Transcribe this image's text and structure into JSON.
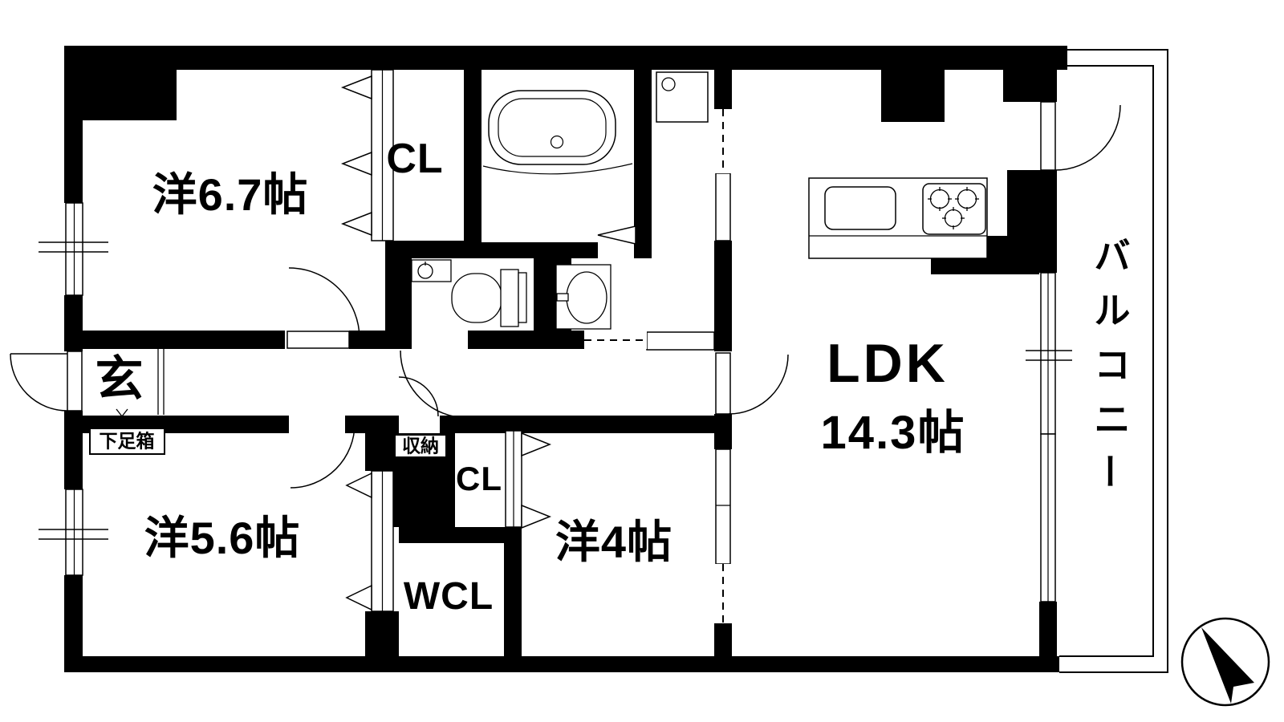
{
  "plan": {
    "rooms": {
      "western_6_7": "洋6.7帖",
      "closet_top": "CL",
      "ldk_line1": "LDK",
      "ldk_line2": "14.3帖",
      "balcony_chars": [
        "バ",
        "ル",
        "コ",
        "ニ",
        "ー"
      ],
      "entrance": "玄",
      "shoe_box": "下足箱",
      "storage": "収納",
      "closet_mid": "CL",
      "western_5_6": "洋5.6帖",
      "wcl": "WCL",
      "western_4": "洋4帖"
    },
    "colors": {
      "wall": "#000000",
      "background": "#ffffff",
      "line": "#000000"
    }
  }
}
